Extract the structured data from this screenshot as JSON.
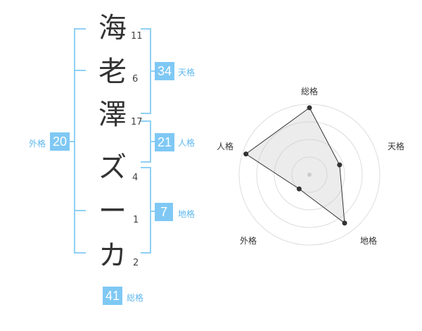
{
  "name": {
    "chars": [
      {
        "char": "海",
        "strokes": "11"
      },
      {
        "char": "老",
        "strokes": "6"
      },
      {
        "char": "澤",
        "strokes": "17"
      },
      {
        "char": "ズ",
        "strokes": "4"
      },
      {
        "char": "ー",
        "strokes": "1"
      },
      {
        "char": "カ",
        "strokes": "2"
      }
    ]
  },
  "fortune": {
    "tenkaku": {
      "value": "34",
      "label": "天格"
    },
    "jinkaku": {
      "value": "21",
      "label": "人格"
    },
    "chikaku": {
      "value": "7",
      "label": "地格"
    },
    "gaikaku": {
      "value": "20",
      "label": "外格"
    },
    "soukaku": {
      "value": "41",
      "label": "総格"
    }
  },
  "colors": {
    "accent": "#7fc8f4",
    "label": "#5fb8ee",
    "bracket": "#8fd0f4"
  },
  "radar": {
    "axes": [
      "総格",
      "天格",
      "地格",
      "外格",
      "人格"
    ],
    "values": [
      0.95,
      0.45,
      0.85,
      0.25,
      0.95
    ],
    "rings": 4
  }
}
